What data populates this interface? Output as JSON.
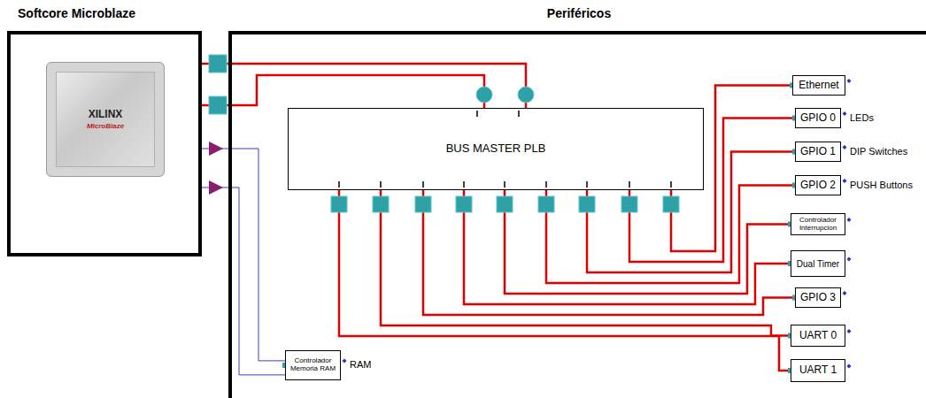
{
  "diagram": {
    "nodes": [
      {
        "text": [
          "Softcore Microblaze"
        ]
      },
      {
        "text": [
          "XILINX",
          "MicroBlaze"
        ],
        "in": 0
      },
      {
        "text": [
          "Periféricos"
        ]
      },
      {
        "text": [
          "BUS MASTER PLB"
        ],
        "in": 2
      },
      {
        "text": [
          "Ethernet"
        ],
        "in": 2
      },
      {
        "text": [
          "GPIO 0"
        ],
        "in": 2
      },
      {
        "text": [
          "GPIO 1"
        ],
        "in": 2
      },
      {
        "text": [
          "GPIO 2"
        ],
        "in": 2
      },
      {
        "text": [
          "Controlador Interrupcion"
        ],
        "in": 2
      },
      {
        "text": [
          "Dual Timer"
        ],
        "in": 2
      },
      {
        "text": [
          "GPIO 3"
        ],
        "in": 2
      },
      {
        "text": [
          "UART 0"
        ],
        "in": 2
      },
      {
        "text": [
          "UART 1"
        ],
        "in": 2
      },
      {
        "text": [
          "Controlador Memoria RAM"
        ],
        "in": 2
      }
    ],
    "edges": [
      {
        "from": 0,
        "to": 3,
        "arrow": "none"
      },
      {
        "from": 0,
        "to": 3,
        "arrow": "none"
      },
      {
        "from": 0,
        "to": 13,
        "arrow": "none"
      },
      {
        "from": 0,
        "to": 13,
        "arrow": "none"
      },
      {
        "from": 3,
        "to": 12,
        "arrow": "none"
      },
      {
        "from": 3,
        "to": 11,
        "arrow": "none"
      },
      {
        "from": 3,
        "to": 10,
        "arrow": "none"
      },
      {
        "from": 3,
        "to": 9,
        "arrow": "none"
      },
      {
        "from": 3,
        "to": 8,
        "arrow": "none"
      },
      {
        "from": 3,
        "to": 7,
        "arrow": "none"
      },
      {
        "from": 3,
        "to": 6,
        "arrow": "none"
      },
      {
        "from": 3,
        "to": 5,
        "arrow": "none"
      },
      {
        "from": 3,
        "to": 4,
        "arrow": "none"
      }
    ],
    "labels": [
      "LEDs",
      "DIP Switches",
      "PUSH Buttons",
      "RAM"
    ]
  }
}
